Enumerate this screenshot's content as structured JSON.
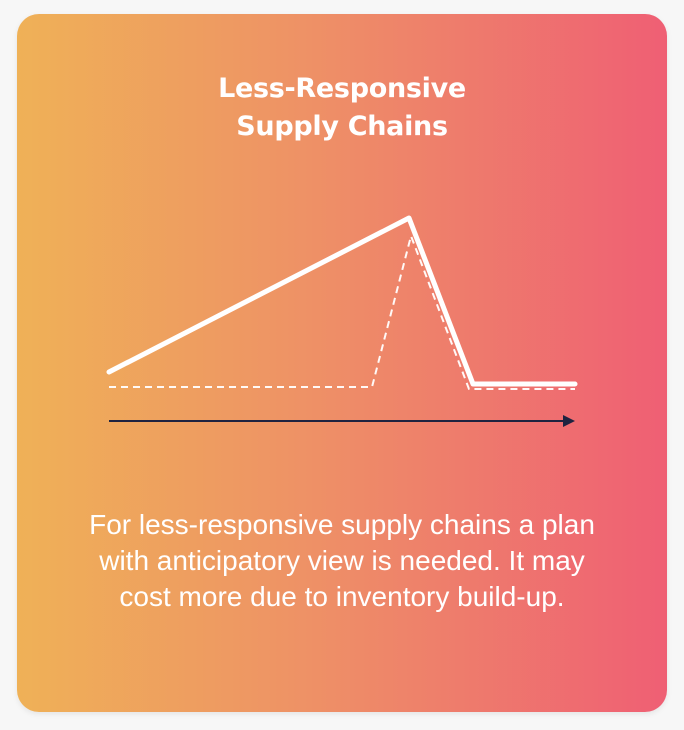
{
  "card": {
    "title_line1": "Less-Responsive",
    "title_line2": "Supply Chains",
    "description": "For less-responsive supply chains a plan with anticipatory view is needed. It may cost more due to inventory build-up."
  },
  "colors": {
    "gradient_start": "#efb157",
    "gradient_end": "#ef5f74",
    "line": "#ffffff",
    "axis": "#1f2340"
  },
  "icons": {
    "axis_arrow": "arrow-right-icon"
  }
}
